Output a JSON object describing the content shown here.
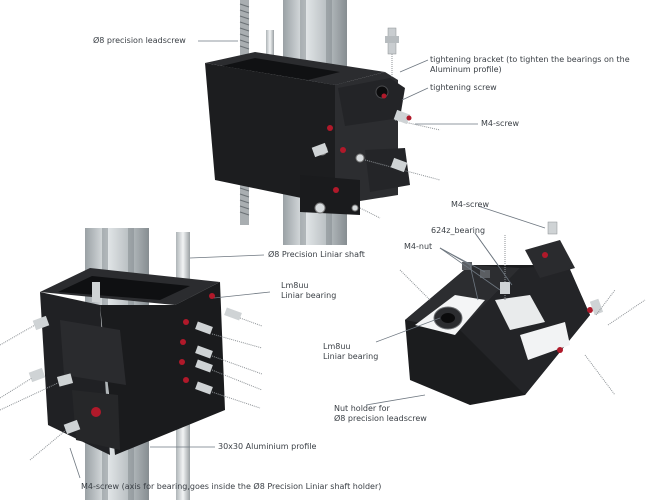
{
  "labels": {
    "leadscrew": "Ø8 precision leadscrew",
    "bracket_line1": "tightening bracket (to tighten the bearings on the",
    "bracket_line2": "Aluminum profile)",
    "tightening_screw": "tightening screw",
    "m4_screw_top": "M4-screw",
    "m4_screw_right": "M4-screw",
    "bearing_624z": "624z_bearing",
    "m4_nut": "M4-nut",
    "shaft": "Ø8 Precision Liniar shaft",
    "lm8uu_left_line1": "Lm8uu",
    "lm8uu_left_line2": "Liniar bearing",
    "lm8uu_right_line1": "Lm8uu",
    "lm8uu_right_line2": "Liniar bearing",
    "nut_holder_line1": "Nut holder for",
    "nut_holder_line2": "Ø8 precision leadscrew",
    "profile": "30x30 Aluminium profile",
    "m4_axis": "M4-screw (axis for bearing,goes inside the Ø8 Precision Liniar shaft holder)"
  },
  "colors": {
    "text": "#3a3f45",
    "leader": "#6e7780",
    "block": "#1b1c1e",
    "block_edge": "#3a3b3e",
    "aluminium": "#c4c9cc",
    "aluminium_dark": "#8f969a",
    "screw_accent": "#b0192a",
    "background": "#ffffff"
  }
}
